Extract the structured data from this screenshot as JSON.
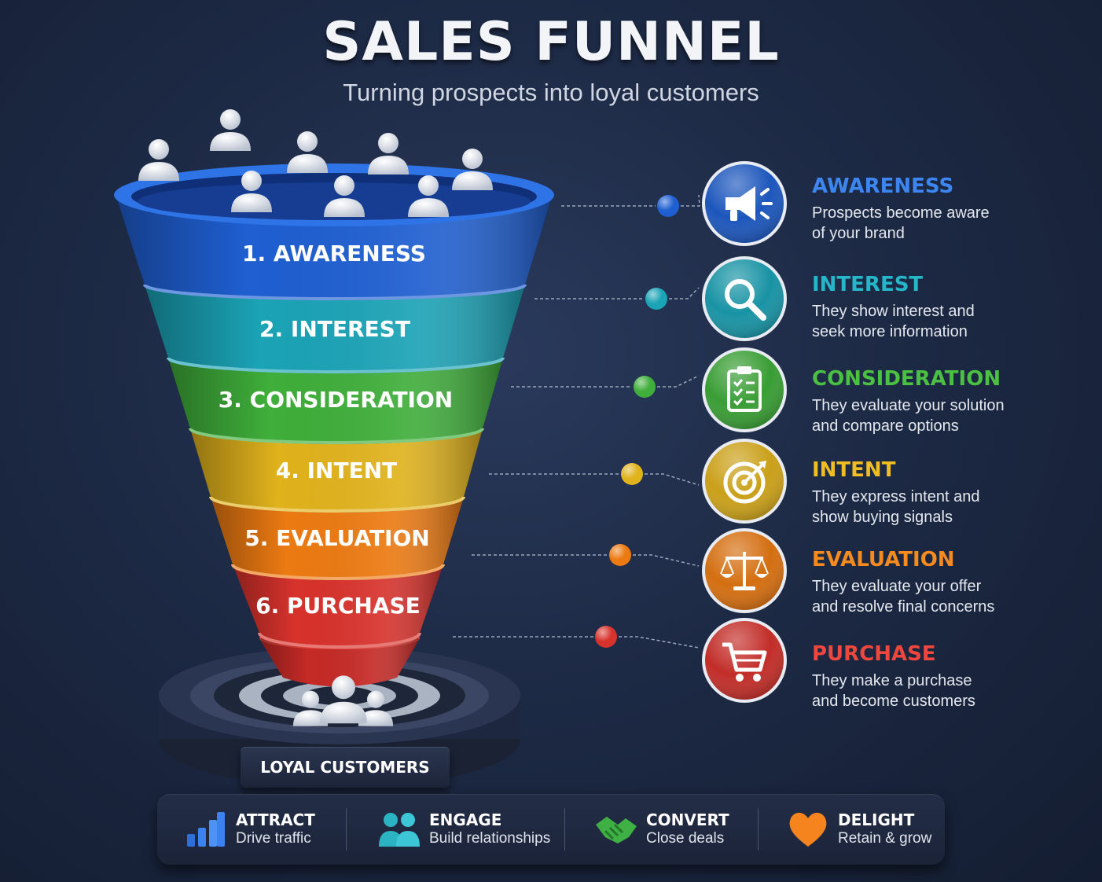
{
  "header": {
    "title": "SALES FUNNEL",
    "subtitle": "Turning prospects into loyal customers"
  },
  "stages": [
    {
      "label": "1. AWARENESS",
      "name": "AWARENESS",
      "description": [
        "Prospects become aware",
        "of your brand"
      ],
      "color": "#1f5fd1",
      "icon": "megaphone-icon"
    },
    {
      "label": "2. INTEREST",
      "name": "INTEREST",
      "description": [
        "They show interest and",
        "seek more information"
      ],
      "color": "#1ba3b6",
      "icon": "magnifier-icon"
    },
    {
      "label": "3. CONSIDERATION",
      "name": "CONSIDERATION",
      "description": [
        "They evaluate your solution",
        "and compare options"
      ],
      "color": "#3fae3a",
      "icon": "clipboard-checklist-icon"
    },
    {
      "label": "4. INTENT",
      "name": "INTENT",
      "description": [
        "They express intent and",
        "show buying signals"
      ],
      "color": "#e0b21c",
      "icon": "target-icon"
    },
    {
      "label": "5. EVALUATION",
      "name": "EVALUATION",
      "description": [
        "They evaluate your offer",
        "and resolve final concerns"
      ],
      "color": "#ec7a12",
      "icon": "scales-icon"
    },
    {
      "label": "6. PURCHASE",
      "name": "PURCHASE",
      "description": [
        "They make a purchase",
        "and become customers"
      ],
      "color": "#d8322c",
      "icon": "shopping-cart-icon"
    }
  ],
  "title_colors": [
    "#3d86f0",
    "#26b6c9",
    "#4cc043",
    "#f0bd22",
    "#f58a1f",
    "#ef463d"
  ],
  "base": {
    "label": "LOYAL CUSTOMERS"
  },
  "bottom_bar": [
    {
      "title": "ATTRACT",
      "subtitle": "Drive traffic",
      "icon": "bar-chart-icon",
      "color": "#3b82f0"
    },
    {
      "title": "ENGAGE",
      "subtitle": "Build relationships",
      "icon": "people-icon",
      "color": "#2bb3c4"
    },
    {
      "title": "CONVERT",
      "subtitle": "Close deals",
      "icon": "handshake-icon",
      "color": "#3fb044"
    },
    {
      "title": "DELIGHT",
      "subtitle": "Retain & grow",
      "icon": "heart-icon",
      "color": "#f5841f"
    }
  ]
}
